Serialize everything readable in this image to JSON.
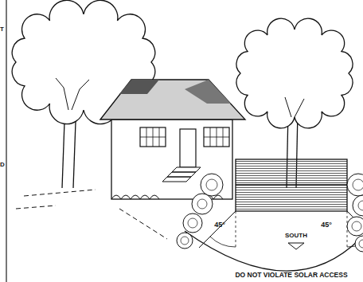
{
  "diagram": {
    "labels": [
      "T",
      "D",
      "45°",
      "SOUTH",
      "45°",
      "DO NOT VIOLATE SOLAR ACCESS"
    ]
  }
}
